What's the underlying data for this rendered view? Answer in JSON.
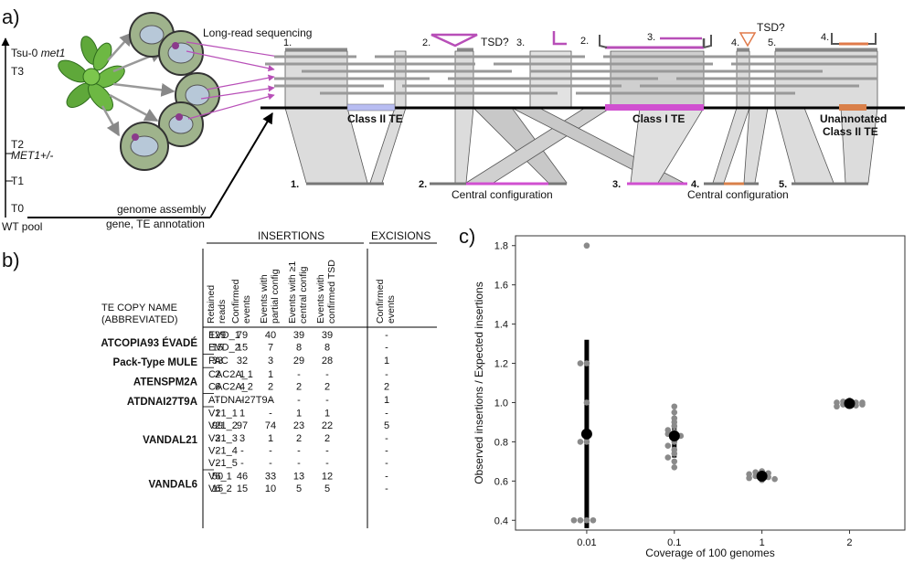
{
  "panel_a": {
    "label": "a)",
    "generations": [
      {
        "id": "tsu",
        "text": "Tsu-0 "
      },
      {
        "id": "t3",
        "text": "T3"
      },
      {
        "id": "t2",
        "text": "T2"
      },
      {
        "id": "t1",
        "text": "T1"
      },
      {
        "id": "t0",
        "text": "T0"
      },
      {
        "id": "wt",
        "text": "WT pool"
      }
    ],
    "met1_italic": "met1",
    "met1_het": "MET1+/-",
    "long_read": "Long-read sequencing",
    "genome_assembly": "genome assembly",
    "gene_te": "gene, TE annotation",
    "class2": "Class II TE",
    "class1": "Class I TE",
    "unannotated_1": "Unannotated",
    "unannotated_2": "Class II TE",
    "tsd_q": "TSD?",
    "central_config": "Central configuration",
    "num_labels": [
      "1.",
      "2.",
      "3.",
      "2.",
      "3.",
      "4.",
      "5.",
      "4.",
      "1.",
      "2.",
      "3.",
      "4.",
      "5."
    ]
  },
  "panel_b": {
    "label": "b)",
    "group_insertions": "INSERTIONS",
    "group_excisions": "EXCISIONS",
    "name_header_1": "TE COPY NAME",
    "name_header_2": "(ABBREVIATED)",
    "col_headers": [
      [
        "Retained",
        "reads"
      ],
      [
        "Confirmed",
        "events"
      ],
      [
        "Events with",
        "partial config"
      ],
      [
        "Events with ≥1",
        "central config"
      ],
      [
        "Events with",
        "confirmed TSD"
      ],
      [
        "Confirmed",
        "events"
      ]
    ],
    "families": [
      {
        "name": "ATCOPIA93 ÉVADÉ",
        "rows": [
          {
            "copy": "EVD_1",
            "vals": [
              "129",
              "79",
              "40",
              "39",
              "39",
              "-"
            ]
          },
          {
            "copy": "EVD_2",
            "vals": [
              "15",
              "15",
              "7",
              "8",
              "8",
              "-"
            ]
          }
        ]
      },
      {
        "name": "Pack-Type MULE",
        "rows": [
          {
            "copy": "PAC",
            "vals": [
              "33",
              "32",
              "3",
              "29",
              "28",
              "1"
            ]
          }
        ]
      },
      {
        "name": "ATENSPM2A",
        "rows": [
          {
            "copy": "CAC2A_1",
            "vals": [
              "2",
              "1",
              "1",
              "-",
              "-",
              "-"
            ]
          },
          {
            "copy": "CAC2A_2",
            "vals": [
              "6",
              "4",
              "2",
              "2",
              "2",
              "2"
            ]
          }
        ]
      },
      {
        "name": "ATDNAI27T9A",
        "rows": [
          {
            "copy": "ATDNAI27T9A",
            "vals": [
              "-",
              "-",
              "-",
              "-",
              "-",
              "1"
            ]
          }
        ]
      },
      {
        "name": "VANDAL21",
        "rows": [
          {
            "copy": "V21_1",
            "vals": [
              "1",
              "1",
              "-",
              "1",
              "1",
              "-"
            ]
          },
          {
            "copy": "V21_2",
            "vals": [
              "99",
              "97",
              "74",
              "23",
              "22",
              "5"
            ]
          },
          {
            "copy": "V21_3",
            "vals": [
              "3",
              "3",
              "1",
              "2",
              "2",
              "-"
            ]
          },
          {
            "copy": "V21_4",
            "vals": [
              "-",
              "-",
              "-",
              "-",
              "-",
              "-"
            ]
          },
          {
            "copy": "V21_5",
            "vals": [
              "-",
              "-",
              "-",
              "-",
              "-",
              "-"
            ]
          }
        ]
      },
      {
        "name": "VANDAL6",
        "rows": [
          {
            "copy": "V6_1",
            "vals": [
              "50",
              "46",
              "33",
              "13",
              "12",
              "-"
            ]
          },
          {
            "copy": "V6_2",
            "vals": [
              "15",
              "15",
              "10",
              "5",
              "5",
              "-"
            ]
          }
        ]
      }
    ]
  },
  "panel_c": {
    "label": "c)"
  },
  "chart_data": {
    "type": "scatter",
    "xlabel": "Coverage of 100 genomes",
    "ylabel": "Observed insertions / Expected insertions",
    "categories": [
      "0.01",
      "0.1",
      "1",
      "2"
    ],
    "ylim": [
      0.35,
      1.85
    ],
    "yticks": [
      "0.4",
      "0.6",
      "0.8",
      "1.0",
      "1.2",
      "1.4",
      "1.6",
      "1.8"
    ],
    "grid": false,
    "points": [
      [
        1.8,
        1.2,
        1.2,
        1.0,
        0.8,
        0.8,
        0.4,
        0.4,
        0.4,
        0.4
      ],
      [
        0.98,
        0.95,
        0.92,
        0.9,
        0.88,
        0.86,
        0.85,
        0.84,
        0.83,
        0.82,
        0.8,
        0.78,
        0.76,
        0.74,
        0.72,
        0.7,
        0.67
      ],
      [
        0.65,
        0.645,
        0.64,
        0.635,
        0.63,
        0.625,
        0.62,
        0.615,
        0.61,
        0.605
      ],
      [
        1.01,
        1.005,
        1.0,
        1.0,
        0.995,
        0.99,
        0.985,
        0.98,
        1.0,
        0.99
      ]
    ],
    "means": [
      0.84,
      0.83,
      0.625,
      0.995
    ],
    "err_low": [
      0.36,
      0.72,
      0.61,
      0.985
    ],
    "err_high": [
      1.32,
      0.92,
      0.64,
      1.005
    ]
  }
}
